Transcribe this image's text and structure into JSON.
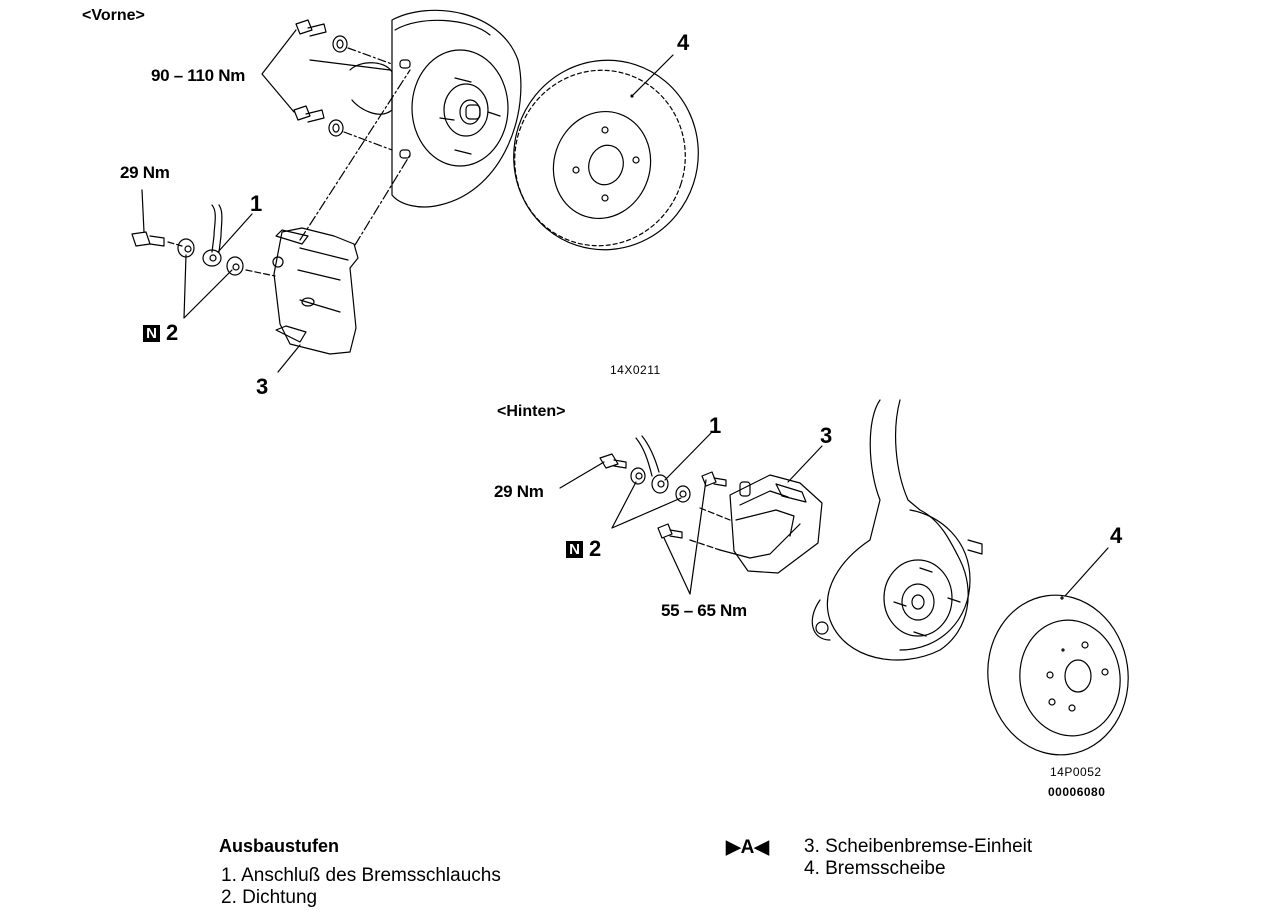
{
  "sections": {
    "front": "<Vorne>",
    "rear": "<Hinten>"
  },
  "front": {
    "torque_hub_bolts": "90 – 110 Nm",
    "torque_hose_bolt": "29 Nm",
    "callouts": {
      "hose_connection": "1",
      "gasket": "2",
      "caliper": "3",
      "disc": "4"
    },
    "new_part_badge": "N",
    "figure_code": "14X0211"
  },
  "rear": {
    "torque_hose_bolt": "29 Nm",
    "torque_caliper_bolts": "55 – 65 Nm",
    "callouts": {
      "hose_connection": "1",
      "gasket": "2",
      "caliper": "3",
      "disc": "4"
    },
    "new_part_badge": "N",
    "figure_code": "14P0052",
    "document_code": "00006080"
  },
  "steps": {
    "title": "Ausbaustufen",
    "marker": "▶A◀",
    "items": [
      "1. Anschluß  des  Bremsschlauchs",
      "2. Dichtung",
      "3. Scheibenbremse-Einheit",
      "4. Bremsscheibe"
    ]
  }
}
